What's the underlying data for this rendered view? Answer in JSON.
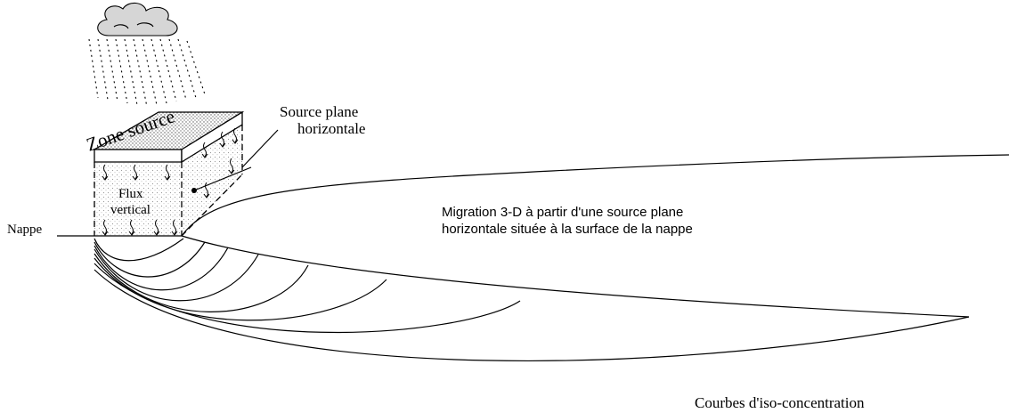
{
  "labels": {
    "zone_source": "Zone source",
    "source_plane_line1": "Source plane",
    "source_plane_line2": "horizontale",
    "flux_line1": "Flux",
    "flux_line2": "vertical",
    "nappe": "Nappe",
    "migration_line1": "Migration 3-D à partir d'une source plane",
    "migration_line2": "horizontale située à la surface de la nappe",
    "courbes": "Courbes d'iso-concentration"
  }
}
